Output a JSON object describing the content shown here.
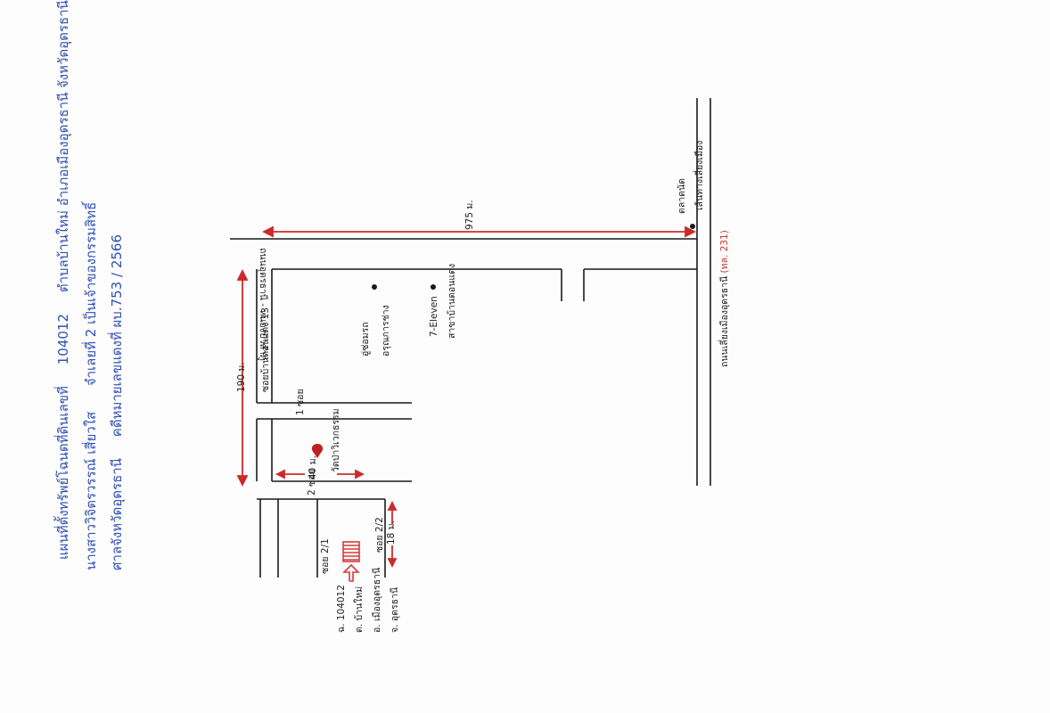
{
  "header": {
    "line1_a": "แผนที่ตั้งทรัพย์โฉนดที่ดินเลขที่",
    "line1_b": "104012",
    "line1_c": "ตำบลบ้านใหม่ อำเภอเมืองอุดรธานี จังหวัดอุดรธานี",
    "line2_a": "นางสาววิจิตรวรรณ์ เสี่ยวใส",
    "line2_b": "จำเลยที่ 2 เป็นเจ้าของกรรมสิทธิ์",
    "line3_a": "ศาลจังหวัดอุดรธานี",
    "line3_b": "คดีหมายเลขแดงที่ ผบ.753 / 2566"
  },
  "labels": {
    "main_road": "ถนนอุดรธานี - หนองบัวลำภู",
    "road_231": "ถนนเลี่ยงเมืองอุดรธานี",
    "road_231_no": "(ทล. 231)",
    "soi_13": "ซอยบ้านดอนแดง 13",
    "soi_21": "ซอย 2/1",
    "soi_22": "ซอย 2/2",
    "soi_1": "1 ซอย",
    "soi_2": "2 ซอย",
    "shop_1": "อู่ซ่อมรถ",
    "shop_1b": "อรุณการช่าง",
    "seven_eleven": "7-Eleven",
    "seven_eleven_b": "สาขาบ้านดอนแดง",
    "temple": "วัดป่าวิเวกธรรม",
    "market": "ตลาดนัด",
    "market_b": "เส้นทางเลี่ยงเมือง",
    "plot_1": "ฉ. 104012",
    "plot_2": "ต. บ้านใหม่",
    "plot_3": "อ. เมืองอุดรธานี",
    "plot_4": "จ. อุดรธานี"
  },
  "distances": {
    "main_span": "975 ม.",
    "soi13_span": "190 ม.",
    "mid_span": "40 ม.",
    "soi22_span": "18 ม."
  },
  "colors": {
    "header_blue": "#2f4fb3",
    "distance_red": "#cc2b2b",
    "plot_red": "#d63b3b",
    "road_line": "#1a1a1a"
  }
}
